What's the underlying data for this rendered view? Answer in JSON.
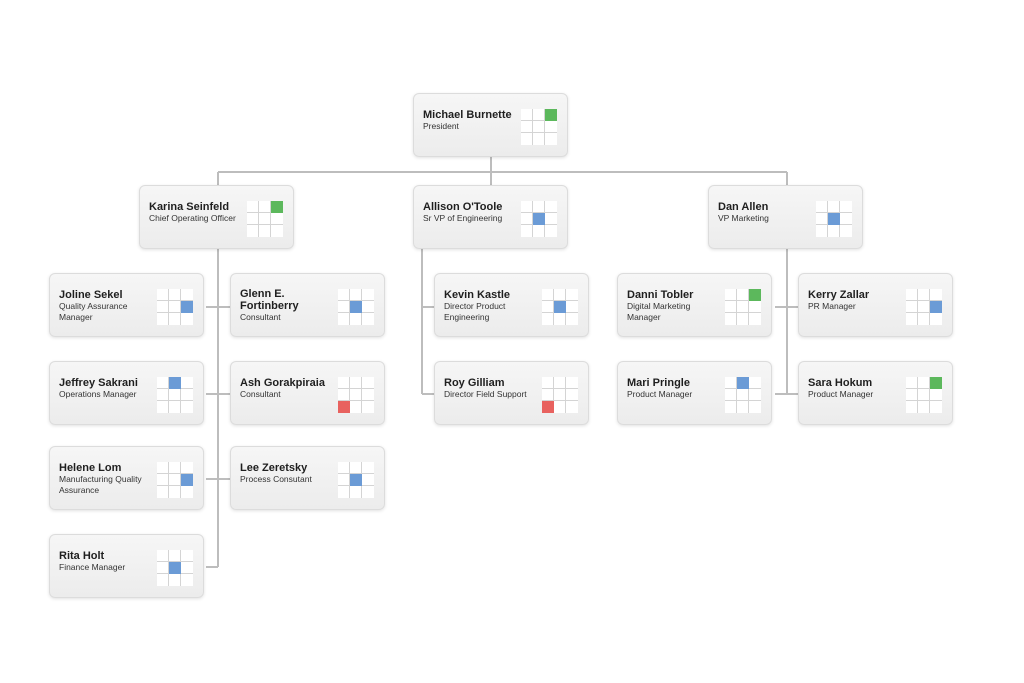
{
  "colors": {
    "green": "#5cb85c",
    "blue": "#6b9bd6",
    "red": "#e8625f",
    "line": "#bdbdbd"
  },
  "org": {
    "president": {
      "name": "Michael Burnette",
      "title": "President",
      "marker": {
        "cell": 2,
        "color": "green"
      }
    },
    "karina": {
      "name": "Karina Seinfeld",
      "title": "Chief Operating Officer",
      "marker": {
        "cell": 2,
        "color": "green"
      }
    },
    "allison": {
      "name": "Allison O'Toole",
      "title": "Sr VP of Engineering",
      "marker": {
        "cell": 4,
        "color": "blue"
      }
    },
    "dan": {
      "name": "Dan Allen",
      "title": "VP Marketing",
      "marker": {
        "cell": 4,
        "color": "blue"
      }
    },
    "joline": {
      "name": "Joline Sekel",
      "title": "Quality Assurance Manager",
      "marker": {
        "cell": 5,
        "color": "blue"
      }
    },
    "glenn": {
      "name": "Glenn E. Fortinberry",
      "title": "Consultant",
      "marker": {
        "cell": 4,
        "color": "blue"
      }
    },
    "jeffrey": {
      "name": "Jeffrey Sakrani",
      "title": "Operations Manager",
      "marker": {
        "cell": 1,
        "color": "blue"
      }
    },
    "ash": {
      "name": "Ash Gorakpiraia",
      "title": "Consultant",
      "marker": {
        "cell": 6,
        "color": "red"
      }
    },
    "helene": {
      "name": "Helene Lom",
      "title": "Manufacturing Quality Assurance",
      "marker": {
        "cell": 5,
        "color": "blue"
      }
    },
    "lee": {
      "name": "Lee Zeretsky",
      "title": "Process Consutant",
      "marker": {
        "cell": 4,
        "color": "blue"
      }
    },
    "rita": {
      "name": "Rita Holt",
      "title": "Finance Manager",
      "marker": {
        "cell": 4,
        "color": "blue"
      }
    },
    "kevin": {
      "name": "Kevin Kastle",
      "title": "Director Product Engineering",
      "marker": {
        "cell": 4,
        "color": "blue"
      }
    },
    "roy": {
      "name": "Roy Gilliam",
      "title": "Director Field Support",
      "marker": {
        "cell": 6,
        "color": "red"
      }
    },
    "danni": {
      "name": "Danni Tobler",
      "title": "Digital Marketing Manager",
      "marker": {
        "cell": 2,
        "color": "green"
      }
    },
    "kerry": {
      "name": "Kerry Zallar",
      "title": "PR Manager",
      "marker": {
        "cell": 5,
        "color": "blue"
      }
    },
    "mari": {
      "name": "Mari Pringle",
      "title": "Product Manager",
      "marker": {
        "cell": 1,
        "color": "blue"
      }
    },
    "sara": {
      "name": "Sara Hokum",
      "title": "Product Manager",
      "marker": {
        "cell": 2,
        "color": "green"
      }
    }
  }
}
